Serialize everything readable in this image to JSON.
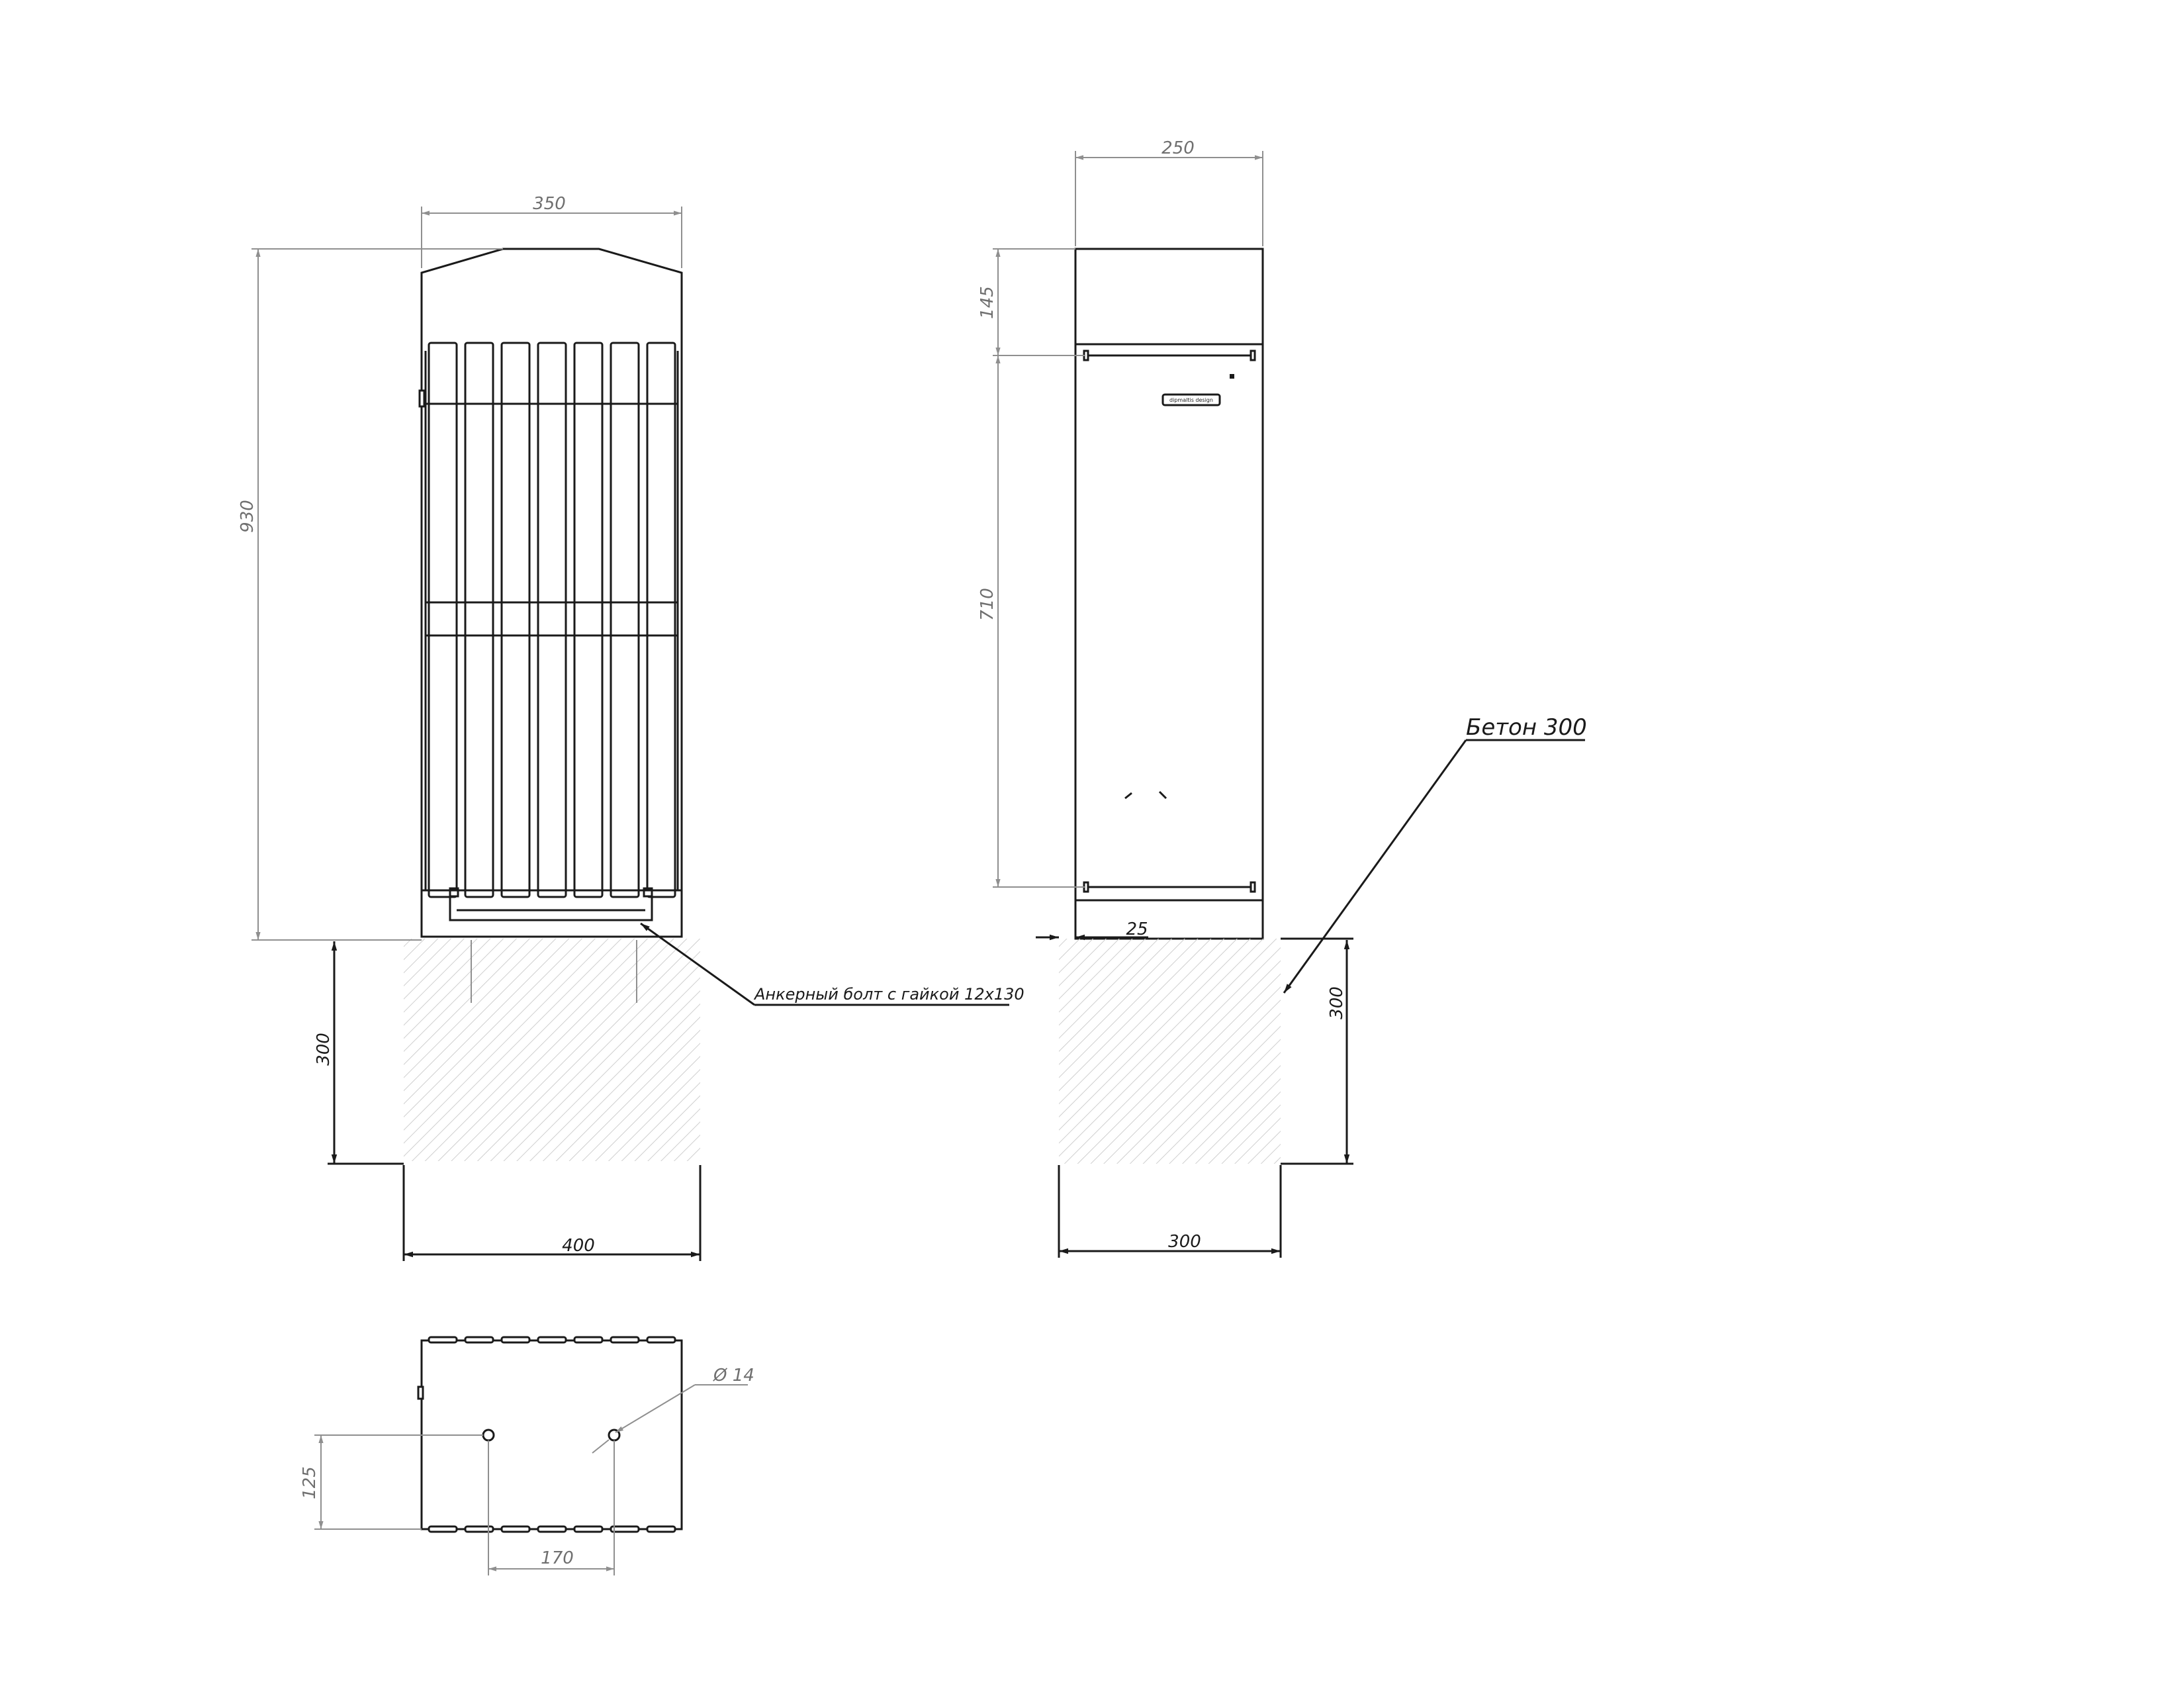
{
  "front_view": {
    "dim_width": "350",
    "dim_height": "930",
    "dim_foundation_depth": "300",
    "dim_foundation_width": "400",
    "anchor_note": "Анкерный болт с гайкой 12х130"
  },
  "side_view": {
    "dim_width": "250",
    "dim_top": "145",
    "dim_body": "710",
    "dim_offset": "25",
    "dim_foundation_depth": "300",
    "dim_foundation_width": "300",
    "concrete_note": "Бетон 300",
    "logo_text": "dipmaltis design"
  },
  "top_view": {
    "dim_hole_diameter": "Ø 14",
    "dim_hole_offset": "125",
    "dim_hole_spacing": "170"
  },
  "colors": {
    "line": "#1a1a1a",
    "dimension": "#8f8f8f",
    "hatch": "#cfcfcf"
  }
}
